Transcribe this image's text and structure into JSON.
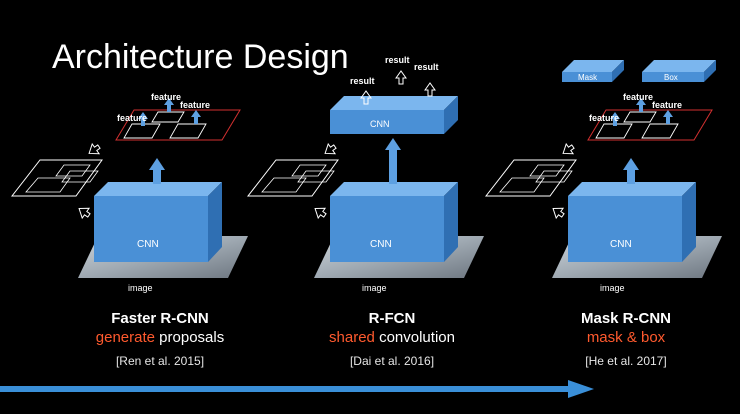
{
  "title": "Architecture Design",
  "common": {
    "cnn": "CNN",
    "image": "image",
    "feature": "feature",
    "result": "result",
    "mask": "Mask",
    "box": "Box"
  },
  "panels": [
    {
      "name": "Faster R-CNN",
      "accent": "generate",
      "rest": " proposals",
      "ref": "[Ren et al. 2015]"
    },
    {
      "name": "R-FCN",
      "accent": "shared",
      "rest": " convolution",
      "ref": "[Dai et al. 2016]"
    },
    {
      "name": "Mask R-CNN",
      "accent": "mask & box",
      "rest": "",
      "ref": "[He et al. 2017]"
    }
  ],
  "colors": {
    "box_front": "#4a90d6",
    "box_top": "#7bb6ee",
    "box_side": "#2f6fb3",
    "accent_text": "#ff5a2e",
    "progress_arrow": "#3a8fd8"
  }
}
